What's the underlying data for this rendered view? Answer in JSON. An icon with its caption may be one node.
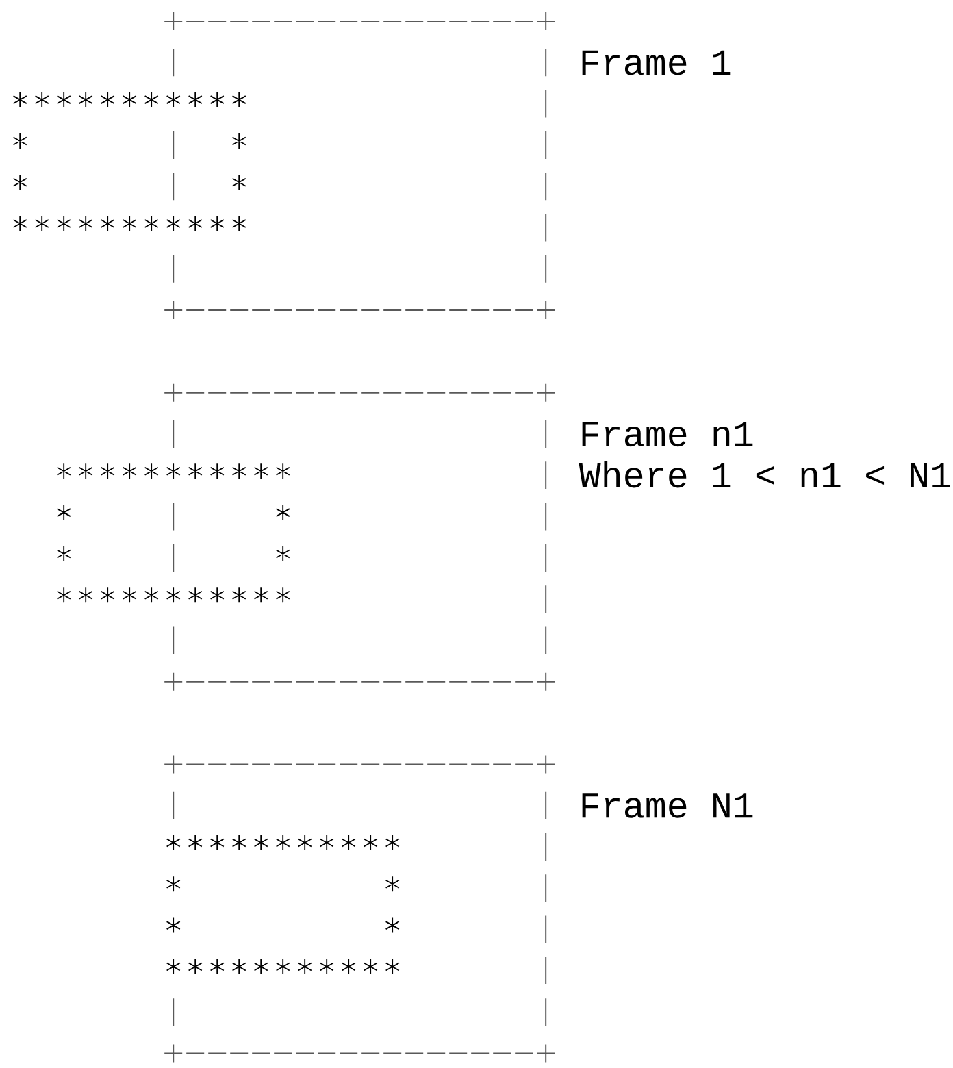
{
  "diagram": {
    "nodes": [
      {
        "text": [],
        "shape": "box",
        "beside": [
          "Frame 1"
        ]
      },
      {
        "text": [],
        "shape": "rectangle"
      },
      {
        "text": [],
        "shape": "box",
        "beside": [
          "Frame n1",
          "Where 1 < n1 < N1"
        ]
      },
      {
        "text": [],
        "shape": "rectangle"
      },
      {
        "text": [],
        "shape": "box",
        "beside": [
          "Frame N1"
        ]
      },
      {
        "text": [],
        "shape": "rectangle",
        "in": 4
      }
    ]
  }
}
